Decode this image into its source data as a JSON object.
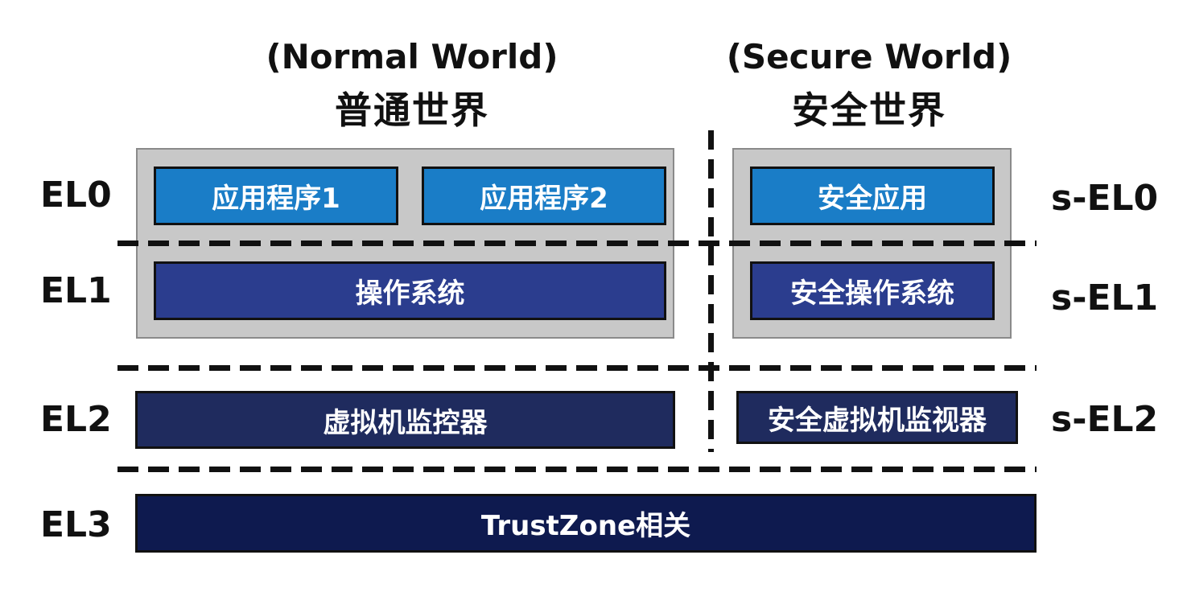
{
  "normal_world": {
    "title_en": "(Normal World)",
    "title_zh": "普通世界",
    "el0": {
      "app1": "应用程序1",
      "app2": "应用程序2"
    },
    "el1": {
      "os": "操作系统"
    },
    "el2": {
      "hypervisor": "虚拟机监控器"
    }
  },
  "secure_world": {
    "title_en": "(Secure World)",
    "title_zh": "安全世界",
    "el0": {
      "app": "安全应用"
    },
    "el1": {
      "os": "安全操作系统"
    },
    "el2": {
      "hypervisor": "安全虚拟机监视器"
    }
  },
  "el3": {
    "label": "TrustZone相关"
  },
  "levels_left": [
    "EL0",
    "EL1",
    "EL2",
    "EL3"
  ],
  "levels_right": [
    "s-EL0",
    "s-EL1",
    "s-EL2"
  ],
  "colors": {
    "app_blue": "#1a7dc7",
    "os_blue": "#2b3d8e",
    "hypervisor_navy": "#1f2b5e",
    "el3_navy": "#0e1a4f",
    "panel_gray": "#c8c8c8"
  }
}
